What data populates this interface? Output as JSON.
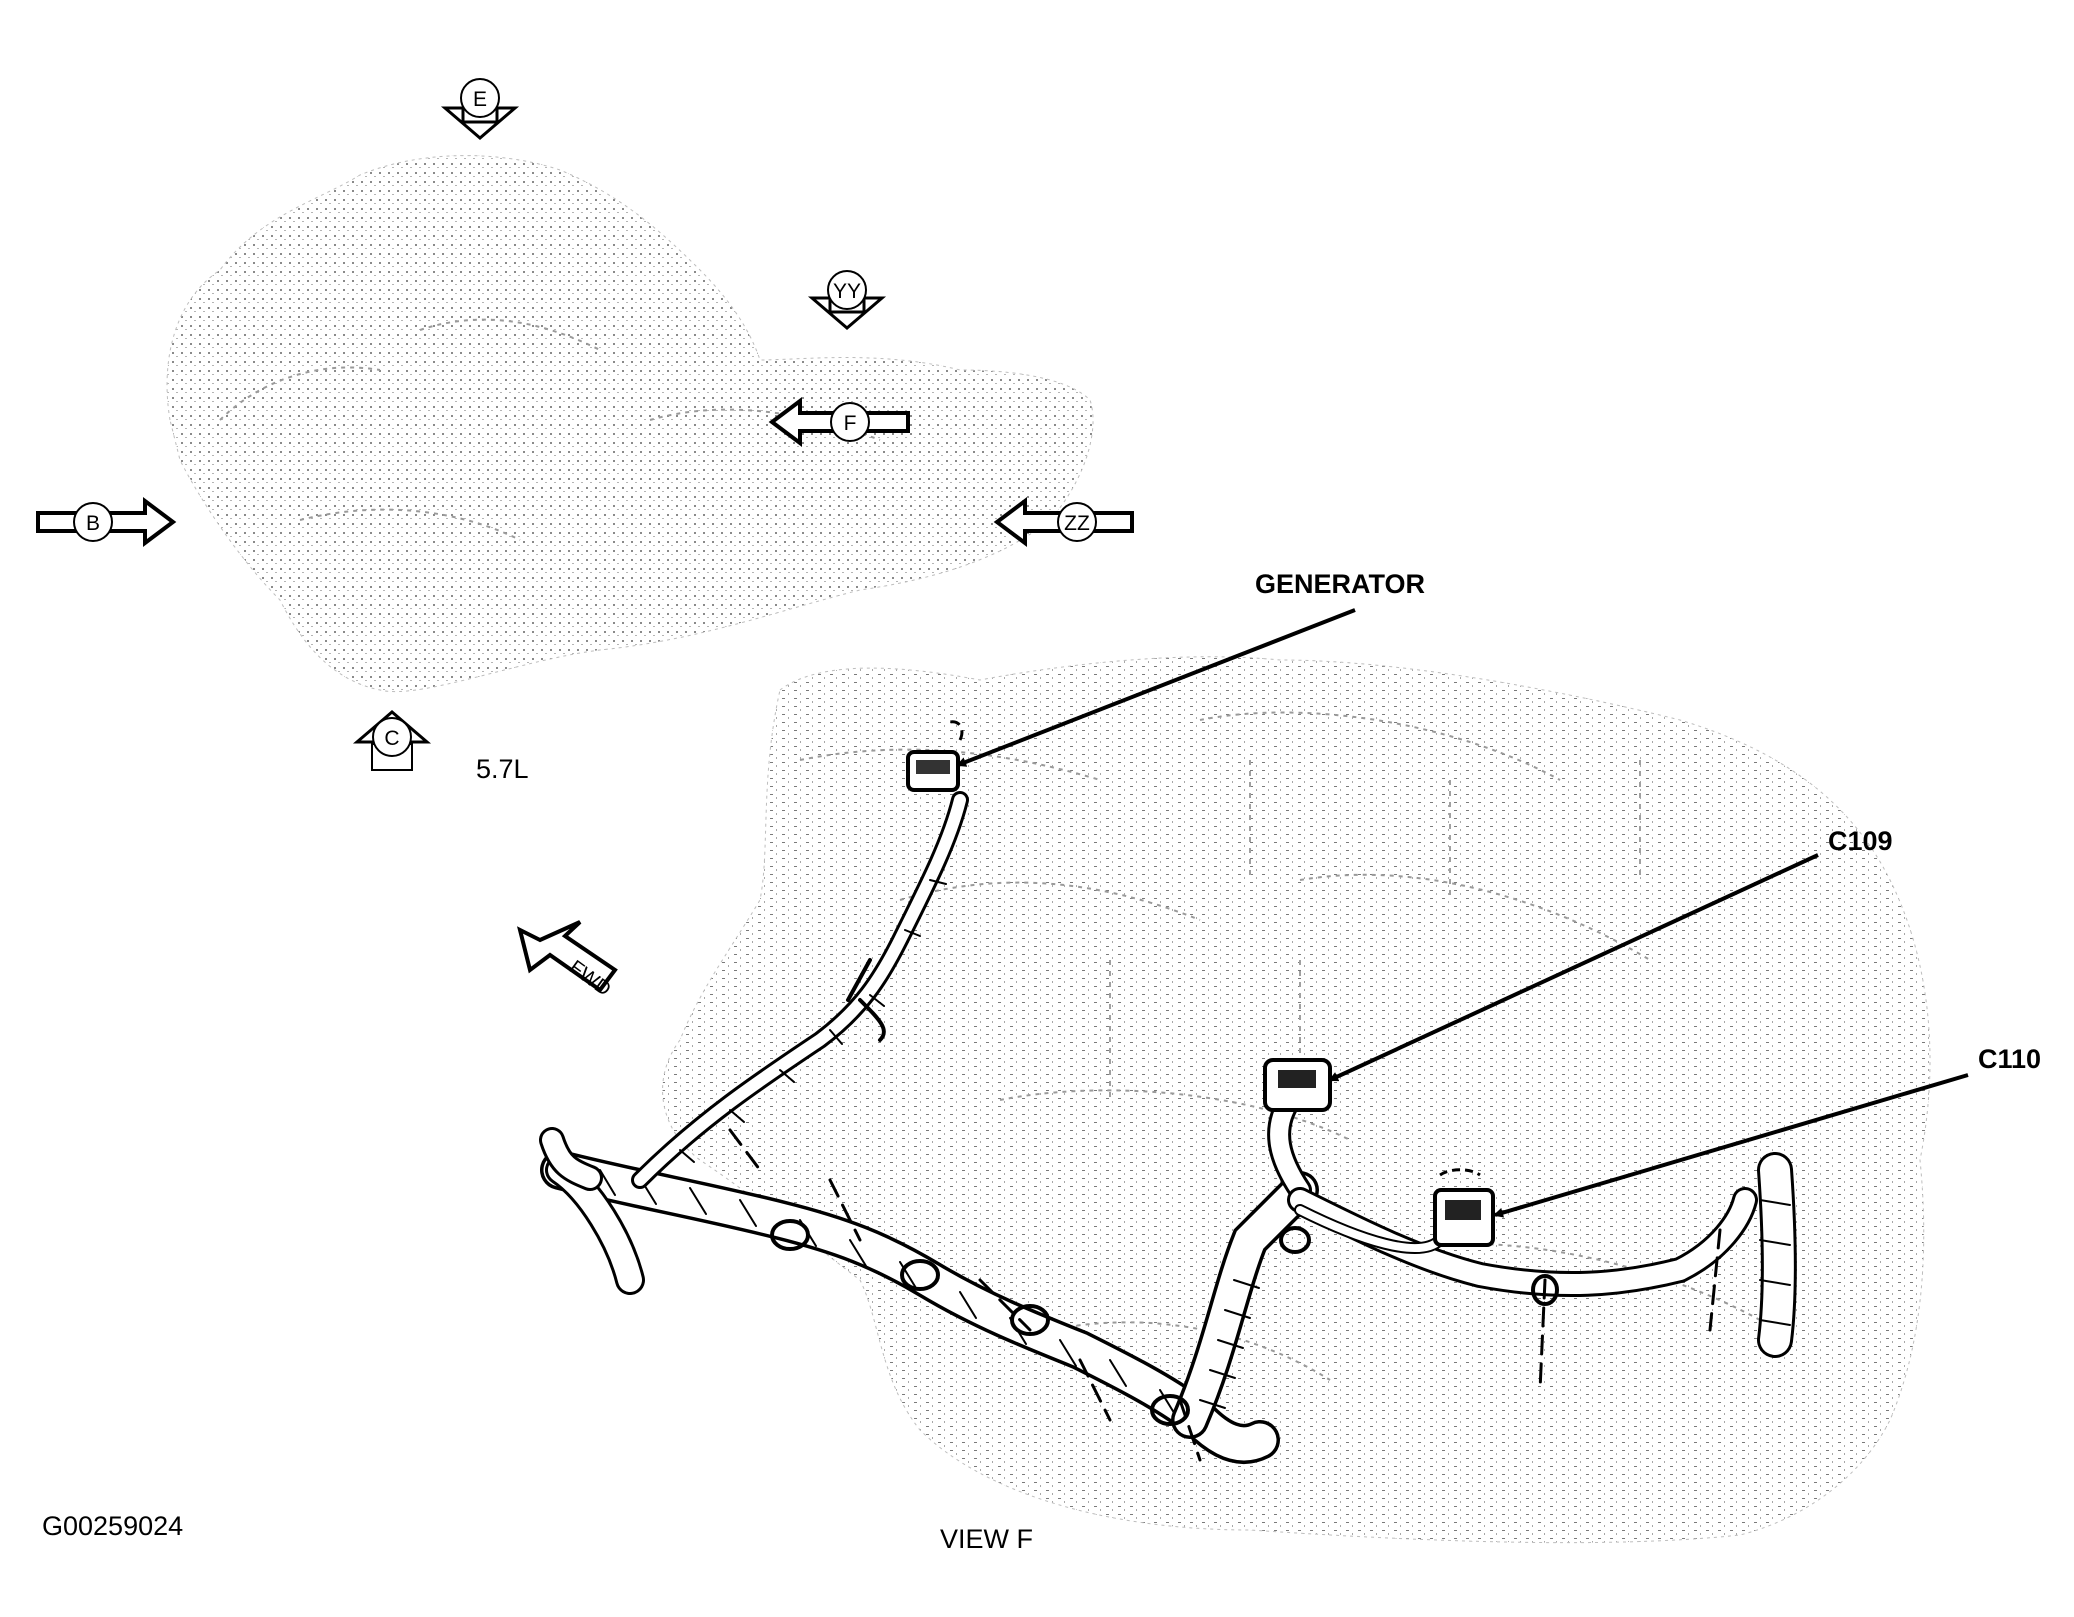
{
  "diagram": {
    "engine_label": "5.7L",
    "view_title": "VIEW F",
    "figure_id": "G00259024",
    "forward_marker": "FWD",
    "callouts": [
      {
        "id": "generator",
        "label": "GENERATOR"
      },
      {
        "id": "c109",
        "label": "C109"
      },
      {
        "id": "c110",
        "label": "C110"
      }
    ],
    "view_arrows": [
      {
        "id": "e",
        "letter": "E"
      },
      {
        "id": "yy",
        "letter": "YY"
      },
      {
        "id": "f",
        "letter": "F"
      },
      {
        "id": "b",
        "letter": "B"
      },
      {
        "id": "zz",
        "letter": "ZZ"
      },
      {
        "id": "c",
        "letter": "C"
      }
    ]
  }
}
